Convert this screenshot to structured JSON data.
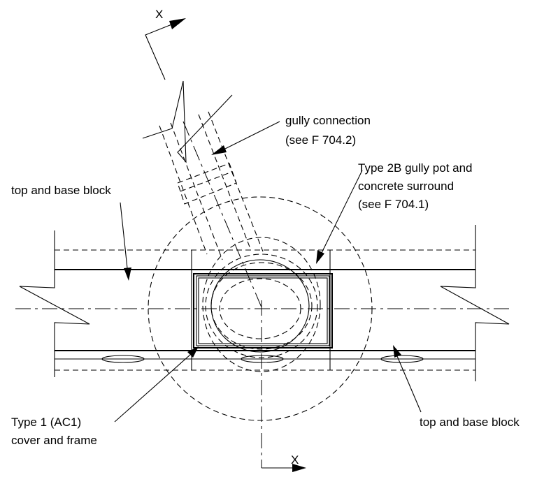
{
  "labels": {
    "section_top": "X",
    "section_bottom": "X",
    "gully_connection_line1": "gully connection",
    "gully_connection_line2": "(see F 704.2)",
    "gully_pot_line1": "Type 2B gully pot and",
    "gully_pot_line2": "concrete surround",
    "gully_pot_line3": "(see F 704.1)",
    "top_base_block_left": "top and base block",
    "top_base_block_right": "top and base block",
    "cover_line1": "Type 1 (AC1)",
    "cover_line2": "cover and frame"
  }
}
